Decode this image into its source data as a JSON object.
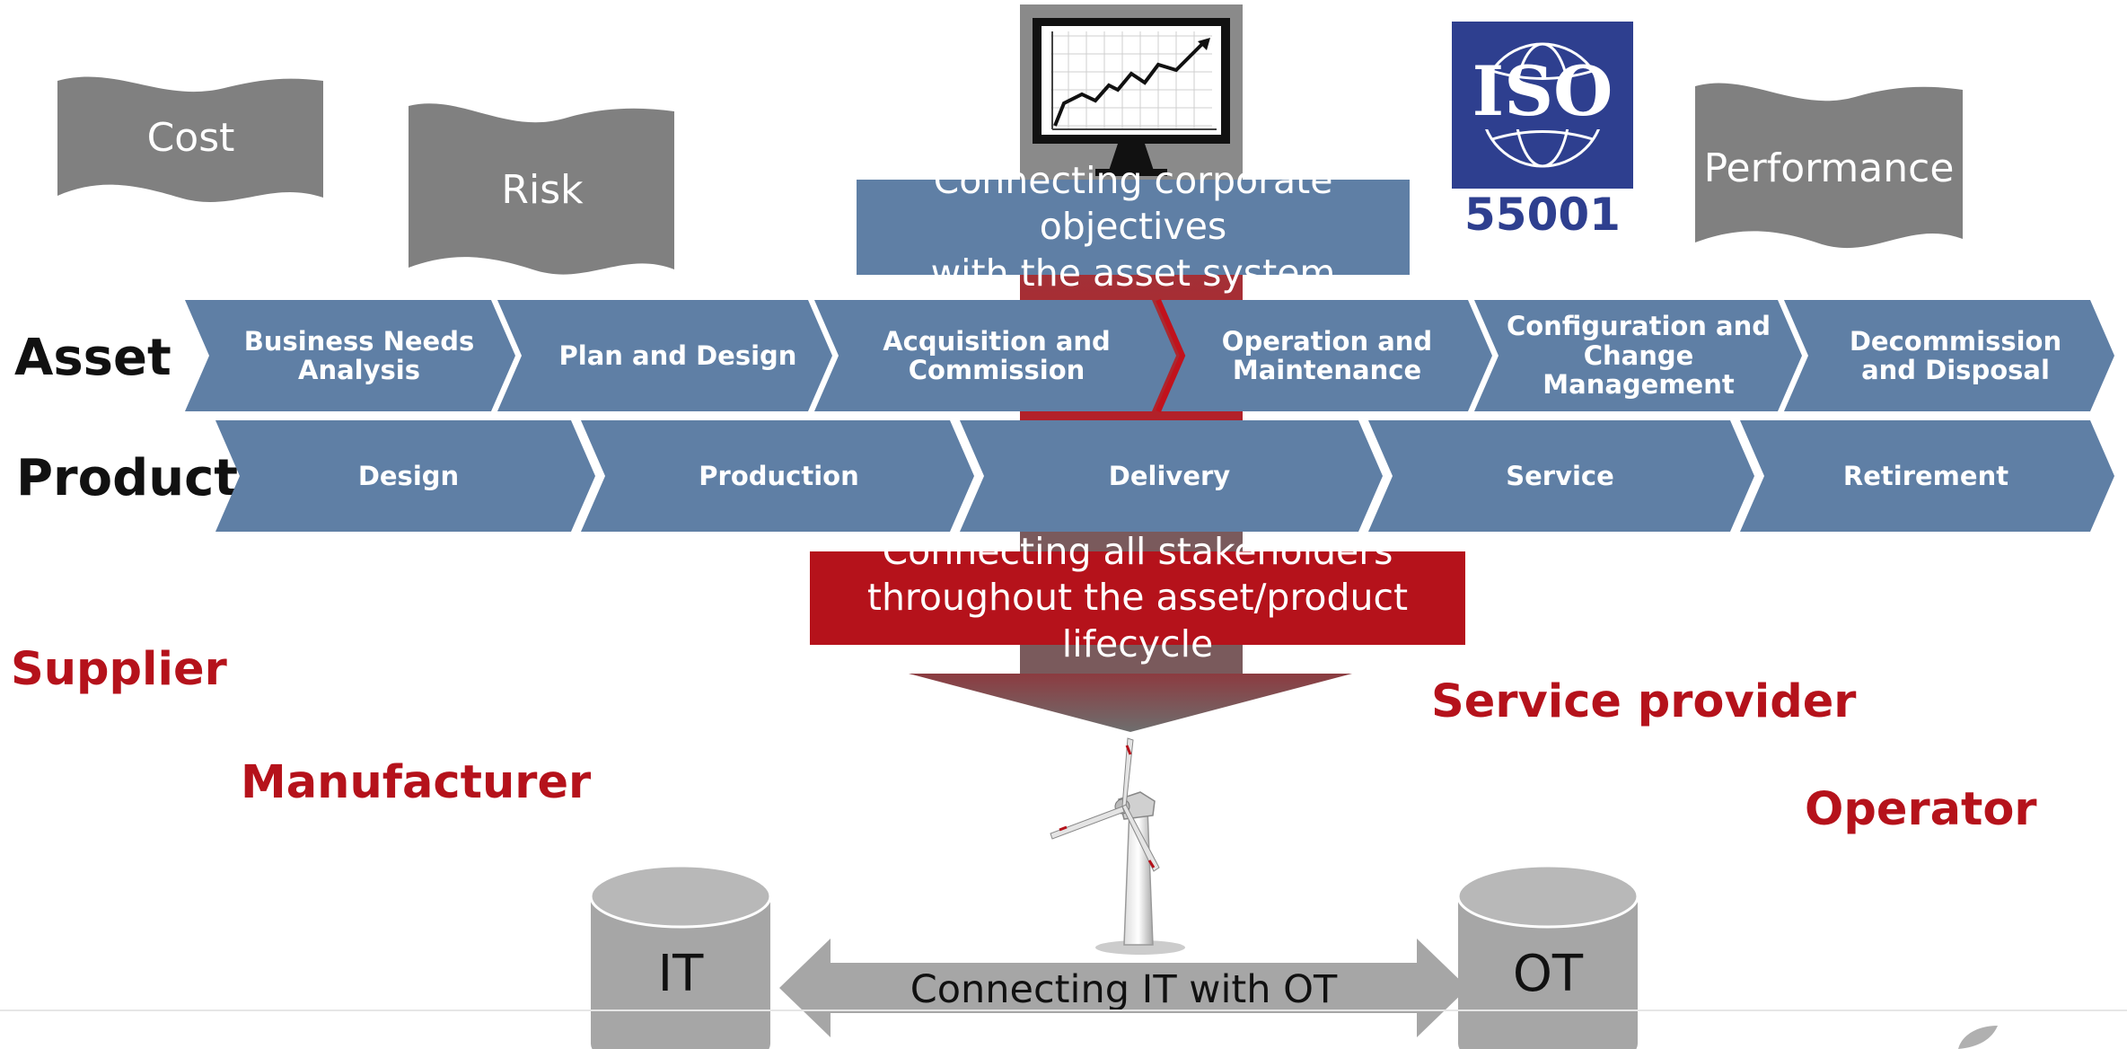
{
  "colors": {
    "chevron_blue": "#5f7fa5",
    "accent_red": "#b5121b",
    "flag_gray": "#7f7f7f",
    "iso_blue": "#2e3f8f"
  },
  "top_flags": {
    "cost": "Cost",
    "risk": "Risk",
    "performance": "Performance"
  },
  "iso": {
    "logo_text": "ISO",
    "standard": "55001"
  },
  "banners": {
    "objectives_line1": "Connecting corporate objectives",
    "objectives_line2": "with the asset system",
    "stakeholders_line1": "Connecting all stakeholders",
    "stakeholders_line2": "throughout the asset/product lifecycle",
    "it_ot": "Connecting IT with OT"
  },
  "rows": {
    "asset_label": "Asset",
    "product_label": "Product"
  },
  "asset_stages": [
    "Business Needs\nAnalysis",
    "Plan and Design",
    "Acquisition and\nCommission",
    "Operation and\nMaintenance",
    "Configuration and\nChange Management",
    "Decommission\nand Disposal"
  ],
  "product_stages": [
    "Design",
    "Production",
    "Delivery",
    "Service",
    "Retirement"
  ],
  "stakeholders": {
    "supplier": "Supplier",
    "manufacturer": "Manufacturer",
    "service_provider": "Service provider",
    "operator": "Operator"
  },
  "databases": {
    "it": "IT",
    "ot": "OT"
  },
  "icons": {
    "monitor": "line-chart-monitor-icon",
    "iso_globe": "globe-icon",
    "turbine": "wind-turbine-icon",
    "leaf": "leaf-logo-icon"
  }
}
